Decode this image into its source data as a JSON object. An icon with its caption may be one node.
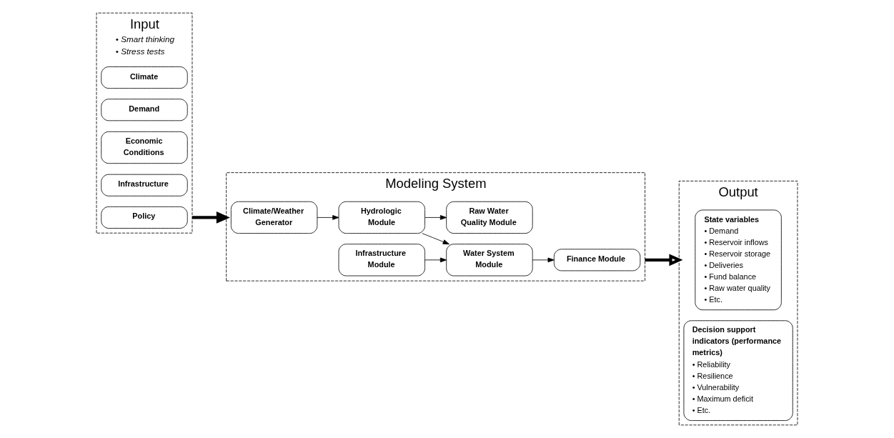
{
  "diagram": {
    "nodes": [
      {
        "text": [
          "Input",
          "• Smart thinking",
          "• Stress tests"
        ]
      },
      {
        "text": [
          "Climate"
        ],
        "in": 0
      },
      {
        "text": [
          "Demand"
        ],
        "in": 0
      },
      {
        "text": [
          "Economic Conditions"
        ],
        "in": 0
      },
      {
        "text": [
          "Infrastructure"
        ],
        "in": 0
      },
      {
        "text": [
          "Policy"
        ],
        "in": 0
      },
      {
        "text": [
          "Modeling System"
        ]
      },
      {
        "text": [
          "Climate/Weather Generator"
        ],
        "in": 6
      },
      {
        "text": [
          "Raw Water Quality Module"
        ],
        "in": 6
      },
      {
        "text": [
          "Hydrologic Module"
        ],
        "in": 6
      },
      {
        "text": [
          "Water System Module"
        ],
        "in": 6
      },
      {
        "text": [
          "Infrastructure Module"
        ],
        "in": 6
      },
      {
        "text": [
          "Finance Module"
        ],
        "in": 6
      },
      {
        "text": [
          "Output"
        ]
      },
      {
        "text": [
          "State variables",
          "• Demand",
          "• Reservoir inflows",
          "• Reservoir storage",
          "• Deliveries",
          "• Fund balance",
          "• Raw water quality",
          "• Etc."
        ],
        "in": 13
      },
      {
        "text": [
          "Decision support indicators (performance metrics)",
          "• Reliability",
          "• Resilience",
          "• Vulnerability",
          "• Maximum deficit",
          "• Etc."
        ],
        "in": 13
      }
    ],
    "edges": [
      {
        "from": 7,
        "to": 9,
        "arrow": "to"
      },
      {
        "from": 9,
        "to": 8,
        "arrow": "to"
      },
      {
        "from": 9,
        "to": 10,
        "arrow": "to"
      },
      {
        "from": 11,
        "to": 10,
        "arrow": "to"
      },
      {
        "from": 10,
        "to": 12,
        "arrow": "to"
      },
      {
        "from": 0,
        "to": 6,
        "arrow": "to",
        "style": "thick"
      },
      {
        "from": 6,
        "to": 13,
        "arrow": "to",
        "style": "thick"
      }
    ]
  }
}
